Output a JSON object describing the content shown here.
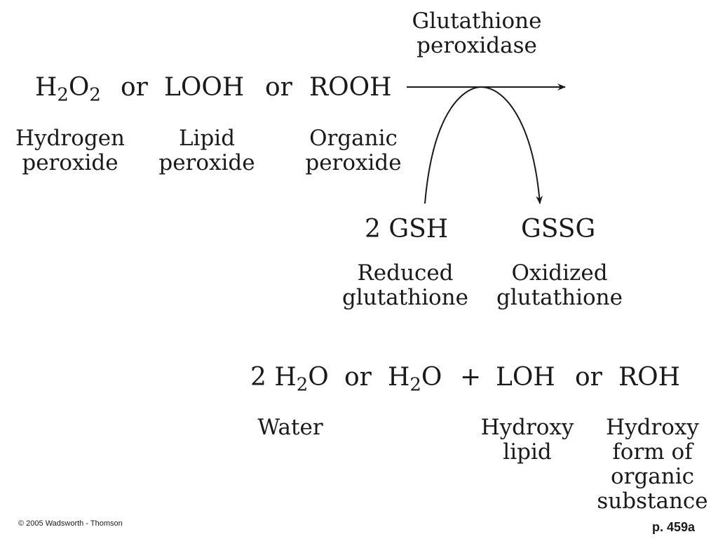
{
  "enzyme": {
    "line1": "Glutathione",
    "line2": "peroxidase"
  },
  "substrates": {
    "h2o2": {
      "base1": "H",
      "sub1": "2",
      "base2": "O",
      "sub2": "2"
    },
    "or1": "or",
    "looh": "LOOH",
    "or2": "or",
    "rooh": "ROOH"
  },
  "substrate_labels": {
    "hydrogen_peroxide": {
      "line1": "Hydrogen",
      "line2": "peroxide"
    },
    "lipid_peroxide": {
      "line1": "Lipid",
      "line2": "peroxide"
    },
    "organic_peroxide": {
      "line1": "Organic",
      "line2": "peroxide"
    }
  },
  "cofactors": {
    "gsh": "2 GSH",
    "gssg": "GSSG",
    "gsh_label": {
      "line1": "Reduced",
      "line2": "glutathione"
    },
    "gssg_label": {
      "line1": "Oxidized",
      "line2": "glutathione"
    }
  },
  "products": {
    "water2": {
      "coef": "2 ",
      "base1": "H",
      "sub1": "2",
      "base2": "O"
    },
    "or1": "or",
    "water": {
      "base1": "H",
      "sub1": "2",
      "base2": "O"
    },
    "plus": "+",
    "loh": "LOH",
    "or2": "or",
    "roh": "ROH"
  },
  "product_labels": {
    "water": "Water",
    "hydroxy_lipid": {
      "line1": "Hydroxy",
      "line2": "lipid"
    },
    "hydroxy_form": {
      "line1": "Hydroxy",
      "line2": "form of",
      "line3": "organic",
      "line4": "substance"
    }
  },
  "footer": {
    "copyright": "© 2005 Wadsworth - Thomson",
    "page_ref": "p. 459a"
  }
}
